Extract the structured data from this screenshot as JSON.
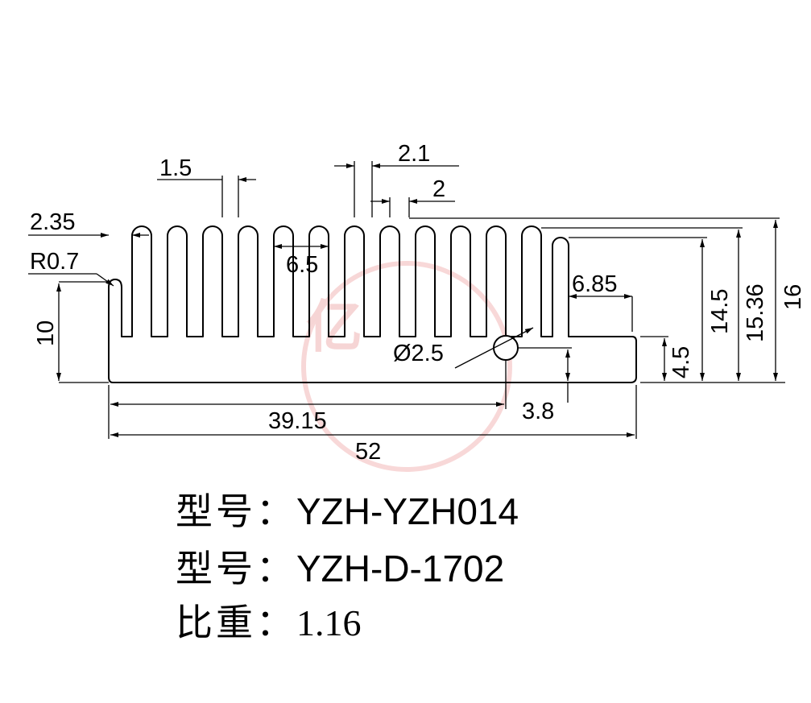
{
  "drawing": {
    "dimensions": {
      "fin_width": "1.5",
      "fin_pitch": "2.1",
      "gap": "2",
      "edge_offset": "2.35",
      "corner_radius": "R0.7",
      "left_height": "10",
      "channel_width": "6.5",
      "right_step": "6.85",
      "hole_diameter": "Ø2.5",
      "base_thickness": "4.5",
      "fin_height_1": "14.5",
      "fin_height_2": "15.36",
      "total_height": "16",
      "hole_offset_y": "3.8",
      "hole_position_x": "39.15",
      "total_width": "52"
    },
    "watermark": "亿",
    "colors": {
      "line": "#000000",
      "watermark": "#f0b4b4"
    }
  },
  "info": {
    "model1_label": "型号：",
    "model1_value": "YZH-YZH014",
    "model2_label": "型号：",
    "model2_value": "YZH-D-1702",
    "weight_label": "比重：",
    "weight_value": "1.16"
  }
}
